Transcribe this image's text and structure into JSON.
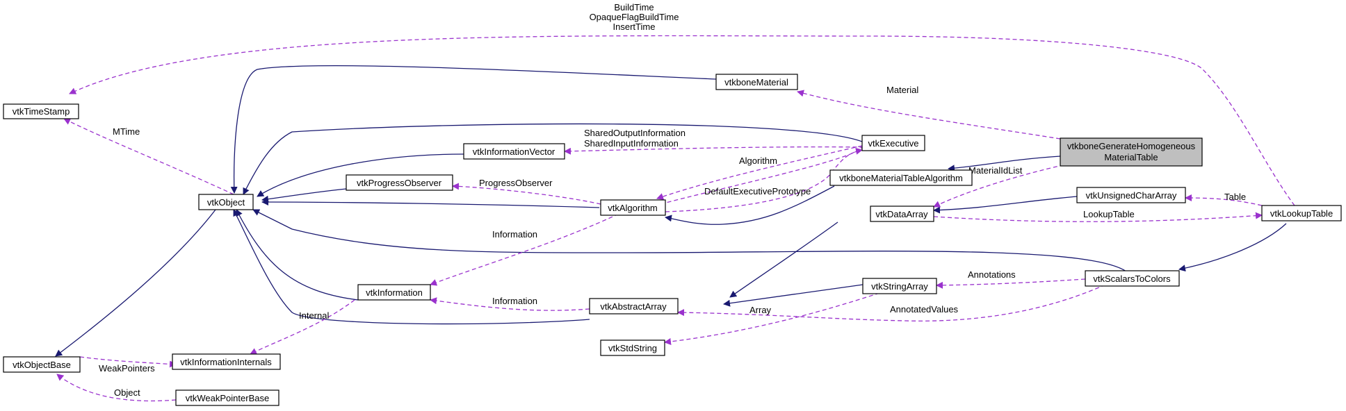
{
  "colors": {
    "inheritance": "#191970",
    "usage": "#9a32cd",
    "focus_fill": "#bfbfbf"
  },
  "nodes": {
    "vtkTimeStamp": "vtkTimeStamp",
    "vtkObject": "vtkObject",
    "vtkObjectBase": "vtkObjectBase",
    "vtkWeakPointerBase": "vtkWeakPointerBase",
    "vtkInformationInternals": "vtkInformationInternals",
    "vtkInformation": "vtkInformation",
    "vtkProgressObserver": "vtkProgressObserver",
    "vtkInformationVector": "vtkInformationVector",
    "vtkAlgorithm": "vtkAlgorithm",
    "vtkExecutive": "vtkExecutive",
    "vtkboneMaterial": "vtkboneMaterial",
    "vtkboneMaterialTableAlgorithm": "vtkboneMaterialTableAlgorithm",
    "vtkDataArray": "vtkDataArray",
    "vtkAbstractArray": "vtkAbstractArray",
    "vtkStringArray": "vtkStringArray",
    "vtkStdString": "vtkStdString",
    "vtkUnsignedCharArray": "vtkUnsignedCharArray",
    "vtkLookupTable": "vtkLookupTable",
    "vtkScalarsToColors": "vtkScalarsToColors",
    "focus_line1": "vtkboneGenerateHomogeneous",
    "focus_line2": "MaterialTable"
  },
  "edge_labels": {
    "build_time": "BuildTime",
    "opaque_flag_build_time": "OpaqueFlagBuildTime",
    "insert_time": "InsertTime",
    "mtime": "MTime",
    "material": "Material",
    "shared_output_information": "SharedOutputInformation",
    "shared_input_information": "SharedInputInformation",
    "algorithm": "Algorithm",
    "default_executive_prototype": "DefaultExecutivePrototype",
    "progress_observer": "ProgressObserver",
    "material_id_list": "MaterialIdList",
    "table": "Table",
    "lookup_table": "LookupTable",
    "information_algorithm": "Information",
    "information_array": "Information",
    "internal": "Internal",
    "annotations": "Annotations",
    "annotated_values": "AnnotatedValues",
    "array": "Array",
    "weak_pointers": "WeakPointers",
    "object": "Object"
  }
}
